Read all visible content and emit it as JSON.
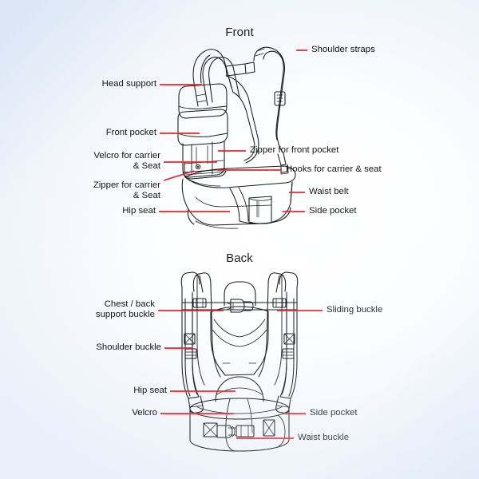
{
  "diagram": {
    "kind": "baby-carrier-parts-diagram",
    "background_colors": {
      "center": "#ffffff",
      "edge_tint": "#e9f0fa",
      "corner_tint": "#d6e3f3"
    },
    "leader_line_color": "#e8252a",
    "line_art_color": "#1a1a1a",
    "views": [
      {
        "id": "front",
        "title": "Front",
        "labels": [
          {
            "id": "head-support",
            "text": "Head support",
            "side": "left"
          },
          {
            "id": "front-pocket",
            "text": "Front pocket",
            "side": "left"
          },
          {
            "id": "velcro-carrier-seat",
            "text": "Velcro for carrier\n& Seat",
            "side": "left"
          },
          {
            "id": "zipper-carrier-seat",
            "text": "Zipper for carrier\n& Seat",
            "side": "left"
          },
          {
            "id": "hip-seat",
            "text": "Hip seat",
            "side": "left"
          },
          {
            "id": "shoulder-straps",
            "text": "Shoulder straps",
            "side": "right"
          },
          {
            "id": "zipper-front-pocket",
            "text": "Zipper for front pocket",
            "side": "right"
          },
          {
            "id": "hooks-carrier-seat",
            "text": "Hooks for carrier & seat",
            "side": "right"
          },
          {
            "id": "waist-belt",
            "text": "Waist belt",
            "side": "right"
          },
          {
            "id": "side-pocket",
            "text": "Side pocket",
            "side": "right"
          }
        ]
      },
      {
        "id": "back",
        "title": "Back",
        "labels": [
          {
            "id": "chest-back-support-buckle",
            "text": "Chest / back\nsupport buckle",
            "side": "left"
          },
          {
            "id": "shoulder-buckle",
            "text": "Shoulder buckle",
            "side": "left"
          },
          {
            "id": "hip-seat-back",
            "text": "Hip seat",
            "side": "left"
          },
          {
            "id": "velcro",
            "text": "Velcro",
            "side": "left"
          },
          {
            "id": "sliding-buckle",
            "text": "Sliding buckle",
            "side": "right"
          },
          {
            "id": "side-pocket-back",
            "text": "Side pocket",
            "side": "right"
          },
          {
            "id": "waist-buckle",
            "text": "Waist buckle",
            "side": "right"
          }
        ]
      }
    ]
  }
}
